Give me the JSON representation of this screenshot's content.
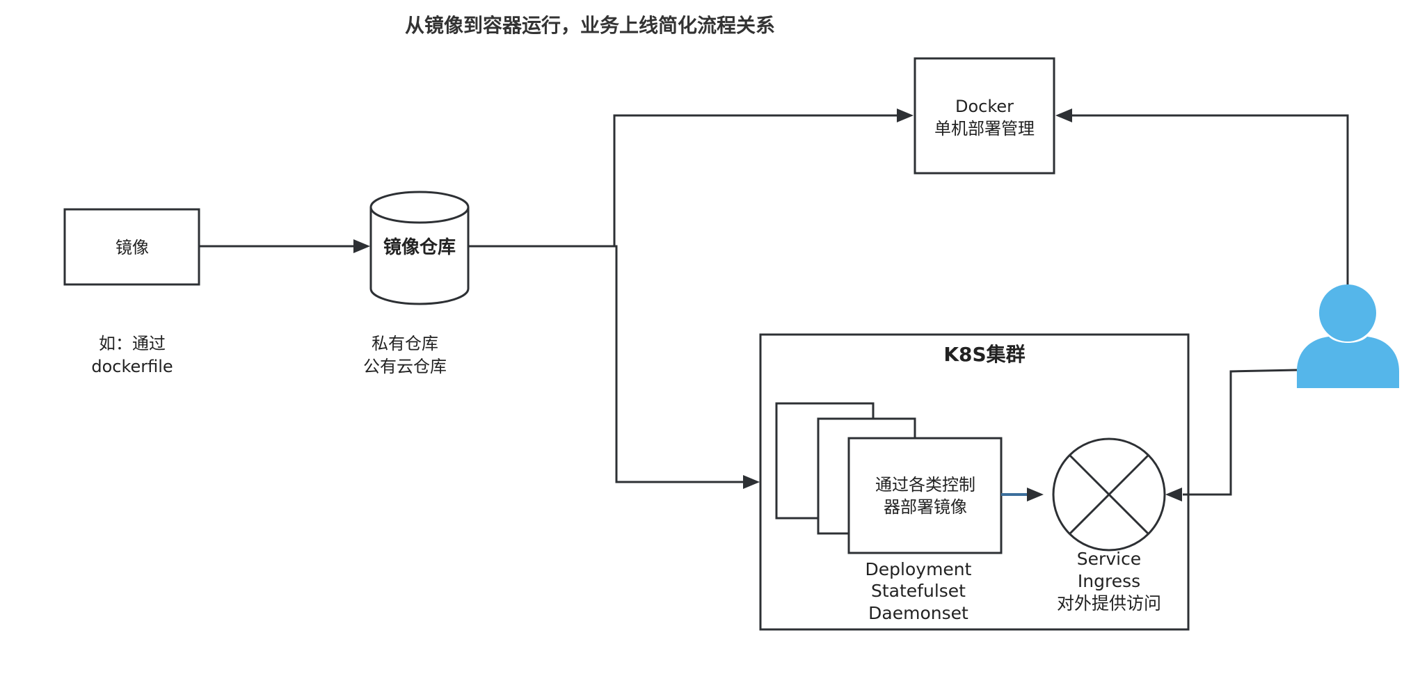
{
  "diagram": {
    "title": "从镜像到容器运行，业务上线简化流程关系",
    "image_box": {
      "label": "镜像",
      "note_lines": [
        "如：通过",
        "dockerfile"
      ]
    },
    "registry": {
      "label": "镜像仓库",
      "note_lines": [
        "私有仓库",
        "公有云仓库"
      ]
    },
    "docker_box": {
      "label_lines": [
        "Docker",
        "单机部署管理"
      ]
    },
    "k8s_cluster": {
      "label": "K8S集群",
      "controller_lines": [
        "通过各类控制",
        "器部署镜像"
      ],
      "controller_types": [
        "Deployment",
        "Statefulset",
        "Daemonset"
      ],
      "service_lines": [
        "Service",
        "Ingress",
        "对外提供访问"
      ]
    },
    "colors": {
      "stroke": "#2d3034",
      "user_icon": "#55b6ea",
      "text": "#222222"
    },
    "icons": {
      "user": "user-icon",
      "service": "x-circle-icon"
    }
  }
}
